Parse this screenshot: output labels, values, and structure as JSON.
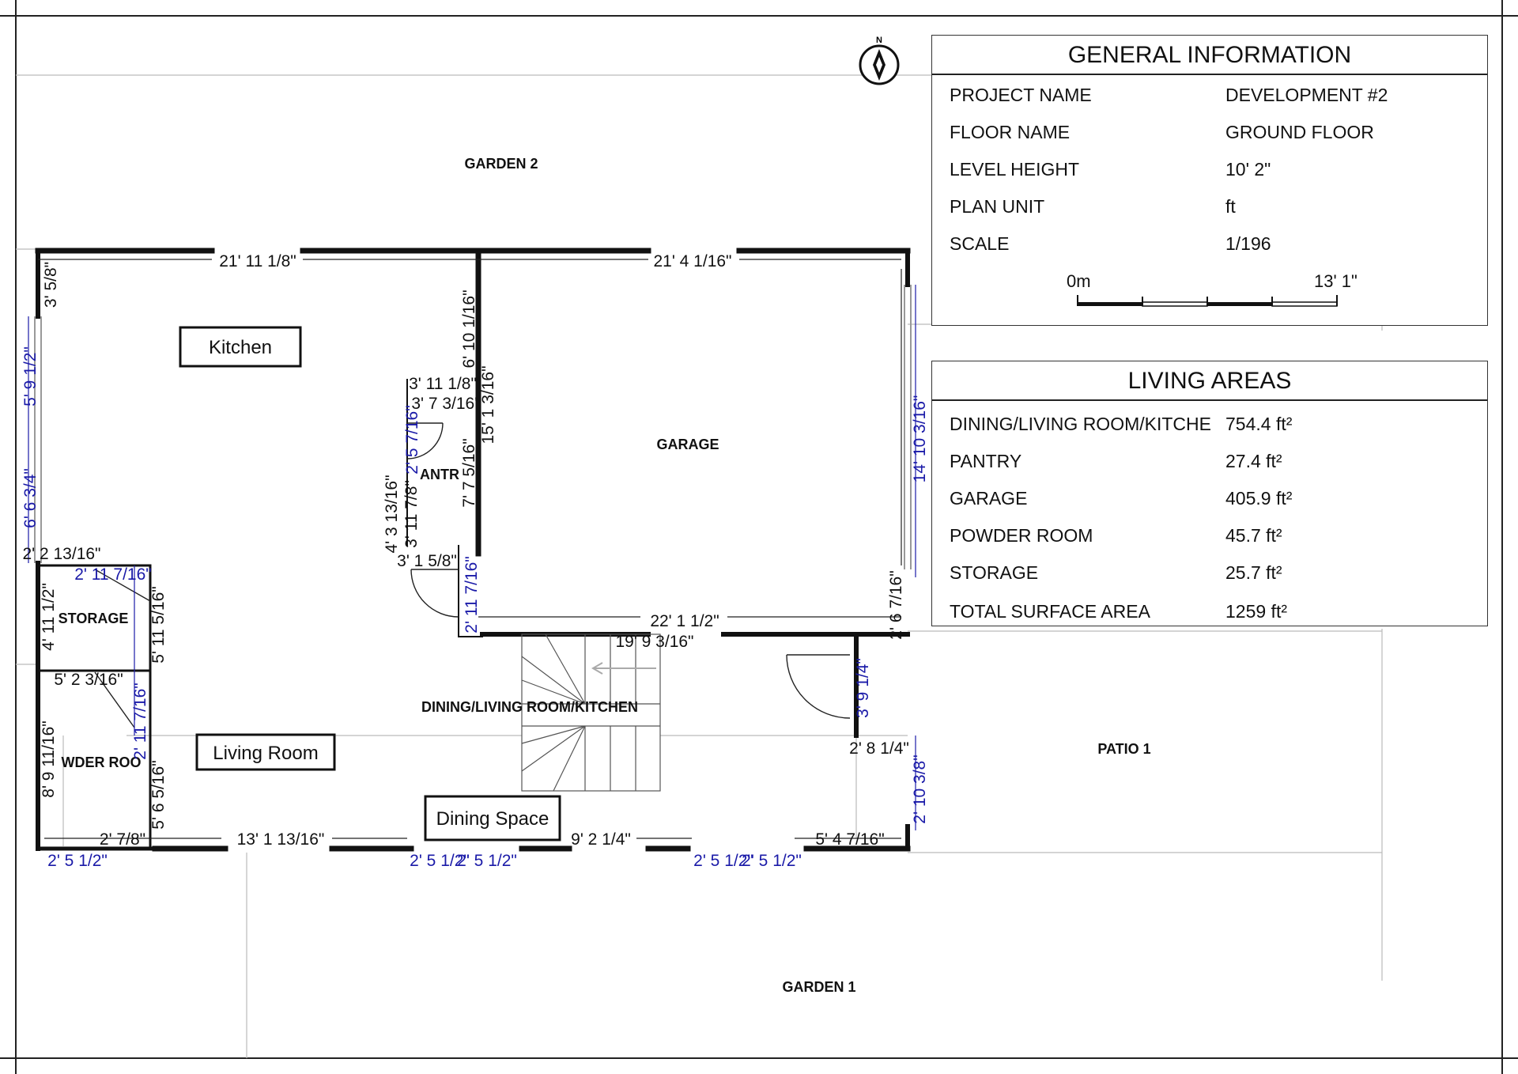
{
  "general": {
    "title": "GENERAL INFORMATION",
    "rows": [
      {
        "label": "PROJECT NAME",
        "value": "DEVELOPMENT #2"
      },
      {
        "label": "FLOOR NAME",
        "value": "GROUND FLOOR"
      },
      {
        "label": "LEVEL HEIGHT",
        "value": "10' 2\""
      },
      {
        "label": "PLAN UNIT",
        "value": "ft"
      },
      {
        "label": "SCALE",
        "value": "1/196"
      }
    ],
    "scale_start": "0m",
    "scale_end": "13' 1\""
  },
  "living": {
    "title": "LIVING AREAS",
    "rows": [
      {
        "label": "DINING/LIVING ROOM/KITCHEN",
        "value": "754.4 ft²"
      },
      {
        "label": "PANTRY",
        "value": "27.4 ft²"
      },
      {
        "label": "GARAGE",
        "value": "405.9 ft²"
      },
      {
        "label": "POWDER ROOM",
        "value": "45.7 ft²"
      },
      {
        "label": "STORAGE",
        "value": "25.7 ft²"
      },
      {
        "label": "TOTAL SURFACE AREA",
        "value": "1259 ft²"
      }
    ]
  },
  "compass": {
    "label": "N"
  },
  "rooms": {
    "garden2": "GARDEN 2",
    "garage": "GARAGE",
    "pantry": "ANTR",
    "storage": "STORAGE",
    "powder": "WDER ROO",
    "dining_living": "DINING/LIVING ROOM/KITCHEN",
    "patio": "PATIO 1",
    "garden1": "GARDEN 1"
  },
  "tags": {
    "kitchen": "Kitchen",
    "living_room": "Living Room",
    "dining_space": "Dining Space"
  },
  "dims": {
    "top_left": "21' 11 1/8\"",
    "top_right": "21' 4 1/16\"",
    "left_3_5_8": "3' 5/8\"",
    "left_5_9_1_2": "5' 9 1/2\"",
    "left_6_6_3_4": "6' 6 3/4\"",
    "d_2_2_13_16": "2' 2 13/16\"",
    "d_2_11_7_16_a": "2' 11 7/16\"",
    "d_4_11_1_2": "4' 11 1/2\"",
    "d_5_11_5_16": "5' 11 5/16\"",
    "d_5_2_3_16": "5' 2 3/16\"",
    "d_2_11_7_16_b": "2' 11 7/16\"",
    "d_8_9_11_16": "8' 9 11/16\"",
    "d_5_6_5_16": "5' 6 5/16\"",
    "d_2_7_8": "2' 7/8\"",
    "d_13_1_13_16": "13' 1 13/16\"",
    "d_9_2_1_4": "9' 2 1/4\"",
    "d_5_4_7_16": "5' 4 7/16\"",
    "d_2_5_1_2_a": "2' 5 1/2\"",
    "d_2_5_1_2_b": "2' 5 1/2\"",
    "d_2_5_1_2_c": "2' 5 1/2\"",
    "d_2_5_1_2_d": "2' 5 1/2\"",
    "d_2_5_1_2_e": "2' 5 1/2\"",
    "d_3_11_1_8": "3' 11 1/8\"",
    "d_3_7_3_16": "3' 7 3/16\"",
    "d_2_5_7_16": "2' 5 7/16\"",
    "d_4_3_13_16": "4' 3 13/16\"",
    "d_3_11_7_8": "3' 11 7/8\"",
    "d_3_1_5_8": "3' 1 5/8\"",
    "d_6_10_1_16": "6' 10 1/16\"",
    "d_15_1_3_16": "15' 1 3/16\"",
    "d_7_7_5_16": "7' 7 5/16\"",
    "d_2_11_7_16_c": "2' 11 7/16\"",
    "d_22_1_1_2": "22' 1 1/2\"",
    "d_19_9_3_16": "19' 9 3/16\"",
    "d_14_10_3_16": "14' 10 3/16\"",
    "d_2_6_7_16": "2' 6 7/16\"",
    "d_3_9_1_4": "3' 9 1/4\"",
    "d_2_8_1_4": "2' 8 1/4\"",
    "d_2_10_3_8": "2' 10 3/8\""
  }
}
